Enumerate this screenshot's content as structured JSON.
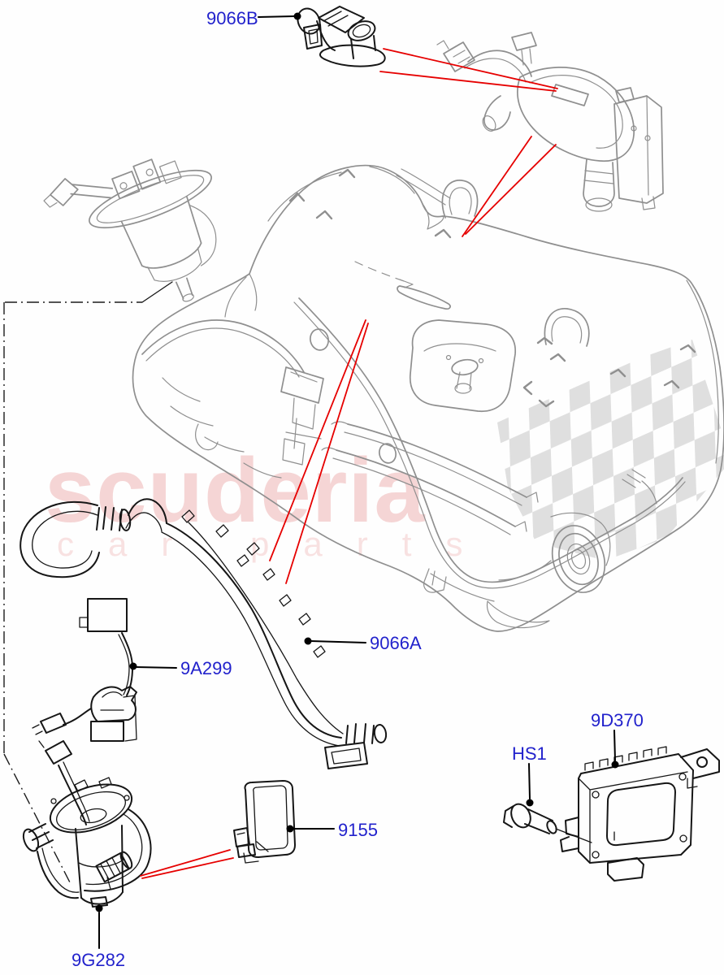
{
  "diagram": {
    "type": "parts-exploded-diagram",
    "subject": "fuel tank and fuel pump components",
    "labels": {
      "p9066B": "9066B",
      "p9A299": "9A299",
      "p9066A": "9066A",
      "p9155": "9155",
      "p9G282": "9G282",
      "p9D370": "9D370",
      "pHS1": "HS1"
    },
    "watermark": {
      "brand": "scuderia",
      "subtitle": "car parts"
    },
    "colors": {
      "label_blue": "#2222cc",
      "pointer_red": "#e60000",
      "part_black": "#161616",
      "tank_gray": "#8f8f8f",
      "watermark_pink": "#f0bcbc",
      "watermark_sub_pink": "#f6d6d6",
      "checker_gray": "#dadada",
      "background": "#fefefe"
    }
  }
}
